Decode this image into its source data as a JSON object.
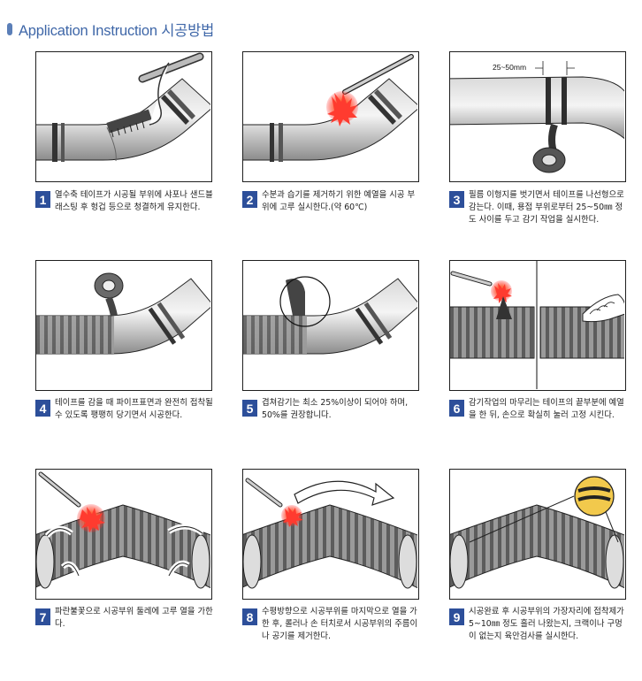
{
  "header": {
    "title": "Application Instruction 시공방법"
  },
  "steps": [
    {
      "number": "1",
      "text": "열수축 테이프가 시공될 부위에 샤포나 샌드블래스팅 후 헝겁 등으로 청결하게 유지한다."
    },
    {
      "number": "2",
      "text": "수분과 습기를 제거하기 위한 예열을 시공 부위에 고루 실시한다.(약 60℃)"
    },
    {
      "number": "3",
      "text": "필름 이형지를 벗기면서 테이프를 나선형으로 감는다. 이때, 용접 부위로부터 25~50㎜ 정도 사이를 두고 감기 작업을 실시한다."
    },
    {
      "number": "4",
      "text": "테이프를 감을 때 파이프표면과 완전히 접착될 수 있도록 팽팽히 당기면서 시공한다."
    },
    {
      "number": "5",
      "text": "겹쳐감기는 최소 25%이상이 되어야 하며, 50%를 권장합니다."
    },
    {
      "number": "6",
      "text": "감기작업의 마무리는 테이프의 끝부분에 예열을 한 뒤, 손으로 확실히 눌러 고정 시킨다."
    },
    {
      "number": "7",
      "text": "파란불꽃으로 시공부위 둘레에 고루 열을 가한다."
    },
    {
      "number": "8",
      "text": "수평방향으로 시공부위를 마지막으로 열을 가한 후, 롤러나 손 터치로서 시공부위의 주름이나 공기를 제거한다."
    },
    {
      "number": "9",
      "text": "시공완료 후 시공부위의 가장자리에 접착제가 5~10㎜ 정도 흘러 나왔는지, 크랙이나 구멍이 없는지 육안검사를 실시한다."
    }
  ],
  "annotations": {
    "gap_label": "25~50mm"
  },
  "colors": {
    "title": "#3f67a8",
    "badge": "#2d4f9a",
    "flame": "#ff3b2f"
  }
}
